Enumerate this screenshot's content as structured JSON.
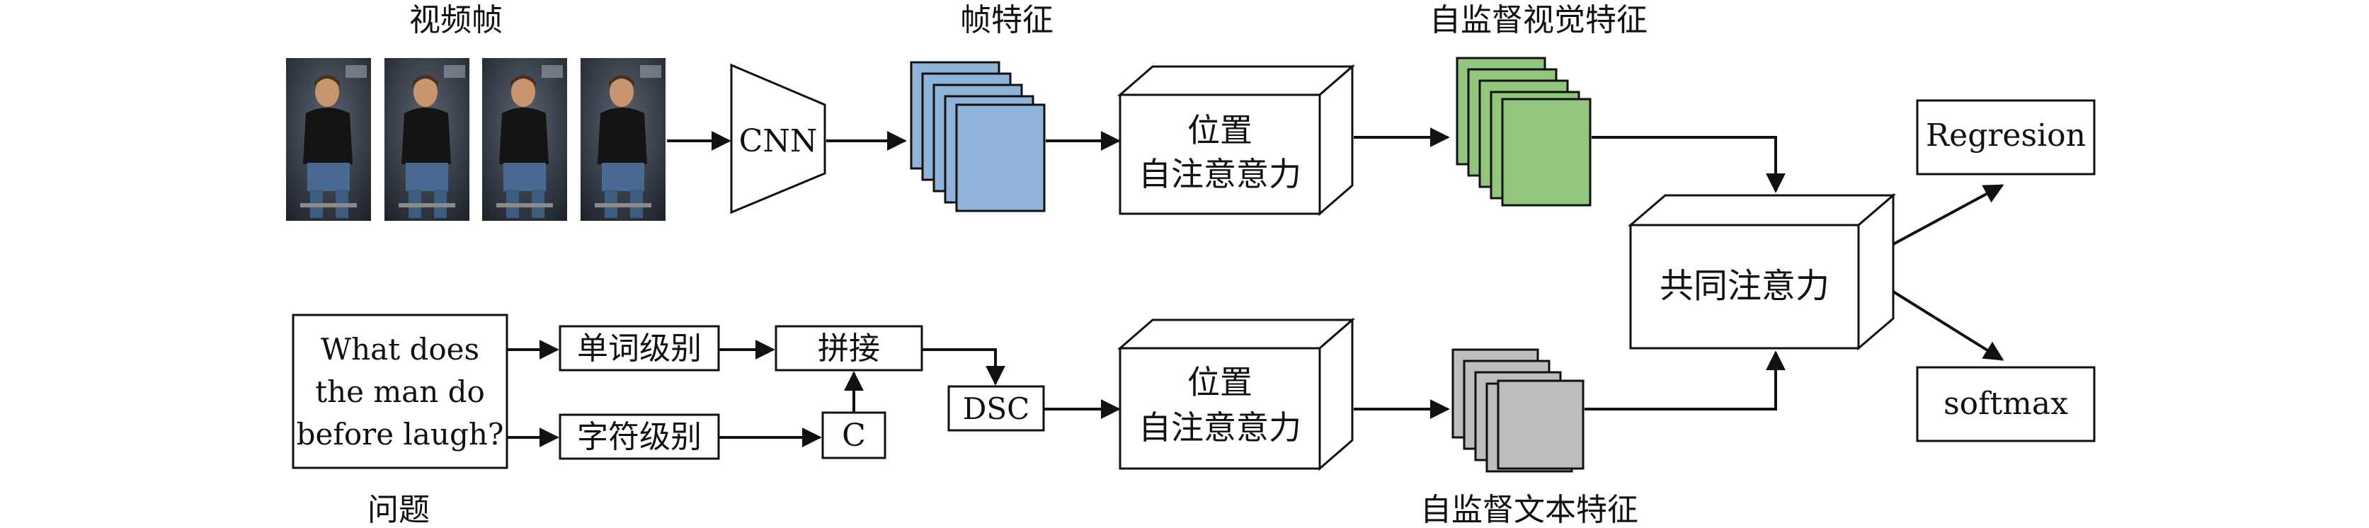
{
  "labels": {
    "video_frames": "视频帧",
    "frame_features": "帧特征",
    "visual_features": "自监督视觉特征",
    "text_features": "自监督文本特征",
    "question": "问题"
  },
  "nodes": {
    "cnn": "CNN",
    "pos_attn_top_line1": "位置",
    "pos_attn_top_line2": "自注意意力",
    "pos_attn_bot_line1": "位置",
    "pos_attn_bot_line2": "自注意意力",
    "co_attention": "共同注意力",
    "regression": "Regresion",
    "softmax": "softmax",
    "word_level": "单词级别",
    "char_level": "字符级别",
    "concat": "拼接",
    "c_box": "C",
    "dsc": "DSC",
    "question_line1": "What does",
    "question_line2": "the man do",
    "question_line3": "before laugh?"
  },
  "colors": {
    "frame_feature_fill": "#8fb4d8",
    "visual_feature_fill": "#92c67d",
    "text_feature_fill": "#bdbdbd",
    "stroke": "#111111"
  }
}
